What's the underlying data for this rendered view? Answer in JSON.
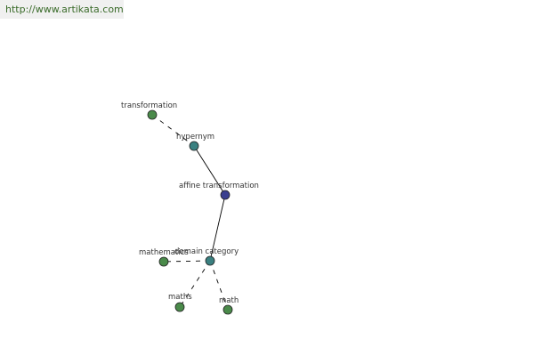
{
  "header": {
    "url": "http://www.artikata.com"
  },
  "colors": {
    "center_node": "#3a3f8f",
    "hub_node": "#3a8080",
    "leaf_node": "#4a8a4a",
    "node_stroke": "#222222",
    "edge": "#000000",
    "label": "#333333",
    "url_text": "#3a6b2a"
  },
  "graph": {
    "nodes": [
      {
        "id": "transformation",
        "label": "transformation",
        "kind": "leaf"
      },
      {
        "id": "hypernym",
        "label": "hypernym",
        "kind": "hub"
      },
      {
        "id": "affine",
        "label": "affine transformation",
        "kind": "center"
      },
      {
        "id": "domain",
        "label": "domain category",
        "kind": "hub"
      },
      {
        "id": "mathematics",
        "label": "mathematics",
        "kind": "leaf"
      },
      {
        "id": "maths",
        "label": "maths",
        "kind": "leaf"
      },
      {
        "id": "math",
        "label": "math",
        "kind": "leaf"
      }
    ],
    "edges": [
      {
        "from": "transformation",
        "to": "hypernym",
        "style": "dashed"
      },
      {
        "from": "hypernym",
        "to": "affine",
        "style": "solid"
      },
      {
        "from": "affine",
        "to": "domain",
        "style": "solid"
      },
      {
        "from": "domain",
        "to": "mathematics",
        "style": "dashed"
      },
      {
        "from": "domain",
        "to": "maths",
        "style": "dashed"
      },
      {
        "from": "domain",
        "to": "math",
        "style": "dashed"
      }
    ]
  }
}
